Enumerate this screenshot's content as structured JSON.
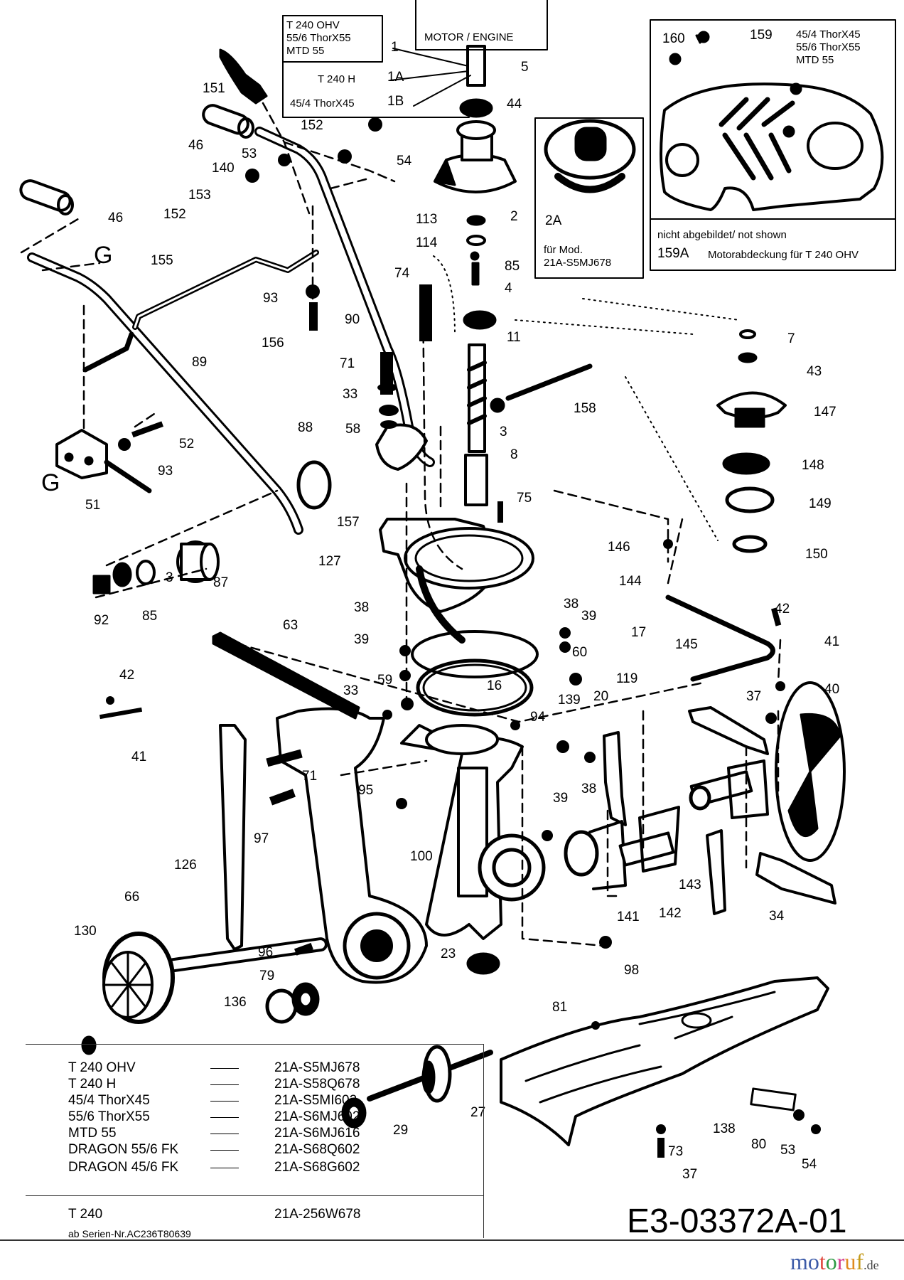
{
  "diagram": {
    "id_code": "E3-03372A-01",
    "watermark": {
      "text": "motoruf",
      "suffix": ".de",
      "colors": [
        "#3b5aa8",
        "#3b5aa8",
        "#e0463c",
        "#2e9a45",
        "#d43b8f",
        "#e08a1e",
        "#c49a1a"
      ]
    }
  },
  "engine_box": {
    "label": "MOTOR / ENGINE"
  },
  "part1_box": {
    "lines": [
      "T 240 OHV",
      "55/6 ThorX55",
      "MTD 55"
    ],
    "part": "1",
    "variant_a": {
      "model": "T 240 H",
      "part": "1A"
    },
    "variant_b": {
      "model": "45/4 ThorX45",
      "part": "1B"
    }
  },
  "inset_2a": {
    "part": "2A",
    "note_line1": "für Mod.",
    "note_line2": "21A-S5MJ678"
  },
  "cover_inset": {
    "models": [
      "45/4 ThorX45",
      "55/6 ThorX55",
      "MTD 55"
    ],
    "parts": [
      "160",
      "159"
    ],
    "not_shown_label": "nicht abgebildet/ not shown",
    "not_shown_part": "159A",
    "not_shown_desc": "Motorabdeckung für T 240 OHV"
  },
  "model_table": {
    "rows": [
      {
        "model": "T 240 OHV",
        "code": "21A-S5MJ678"
      },
      {
        "model": "T 240 H",
        "code": "21A-S58Q678"
      },
      {
        "model": "45/4 ThorX45",
        "code": "21A-S5MI602"
      },
      {
        "model": "55/6 ThorX55",
        "code": "21A-S6MJ602"
      },
      {
        "model": "MTD 55",
        "code": "21A-S6MJ616"
      },
      {
        "model": "DRAGON 55/6 FK",
        "code": "21A-S68Q602"
      },
      {
        "model": "DRAGON 45/6 FK",
        "code": "21A-S68G602"
      }
    ],
    "extra": {
      "model": "T 240",
      "code": "21A-256W678",
      "note": "ab Serien-Nr.AC236T80639"
    }
  },
  "callouts": [
    "151",
    "46",
    "152",
    "53",
    "54",
    "140",
    "153",
    "46",
    "152",
    "155",
    "G",
    "G",
    "93",
    "156",
    "90",
    "74",
    "89",
    "5",
    "44",
    "2",
    "113",
    "114",
    "85",
    "4",
    "11",
    "71",
    "33",
    "58",
    "3",
    "158",
    "8",
    "88",
    "157",
    "52",
    "93",
    "51",
    "75",
    "127",
    "87",
    "3",
    "85",
    "92",
    "7",
    "43",
    "147",
    "148",
    "149",
    "150",
    "146",
    "144",
    "42",
    "41",
    "40",
    "38",
    "39",
    "17",
    "145",
    "38",
    "39",
    "60",
    "16",
    "20",
    "119",
    "139",
    "37",
    "94",
    "63",
    "42",
    "41",
    "33",
    "59",
    "71",
    "95",
    "39",
    "38",
    "126",
    "97",
    "100",
    "143",
    "141",
    "142",
    "34",
    "66",
    "130",
    "96",
    "79",
    "23",
    "98",
    "136",
    "81",
    "27",
    "29",
    "138",
    "80",
    "53",
    "54",
    "73",
    "37"
  ]
}
